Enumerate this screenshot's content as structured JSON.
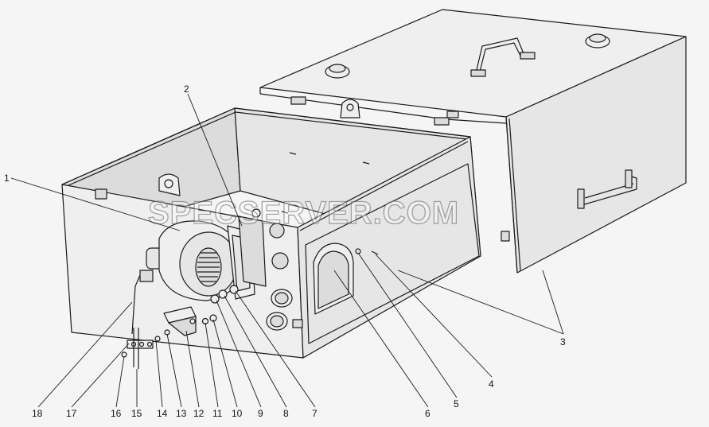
{
  "watermark": "SPECSERVER.COM",
  "callouts": {
    "c1": "1",
    "c2": "2",
    "c3": "3",
    "c4": "4",
    "c5": "5",
    "c6": "6",
    "c7": "7",
    "c8": "8",
    "c9": "9",
    "c10": "10",
    "c11": "11",
    "c12": "12",
    "c13": "13",
    "c14": "14",
    "c15": "15",
    "c16": "16",
    "c17": "17",
    "c18": "18"
  }
}
